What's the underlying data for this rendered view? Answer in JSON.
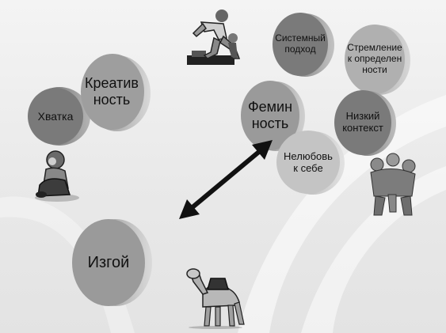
{
  "nodes": {
    "khvatka": {
      "label": "Хватка",
      "color": "#7a7a7a"
    },
    "kreativnost": {
      "label": "Креатив\nность",
      "color": "#9e9e9e"
    },
    "sistemny": {
      "label": "Системный\nподход",
      "color": "#7a7a7a"
    },
    "stremlenie": {
      "label": "Стремление\nк определен\nности",
      "color": "#b0b0b0"
    },
    "feminnost": {
      "label": "Фемин\nность",
      "color": "#9a9a9a"
    },
    "nizkiy": {
      "label": "Низкий\nконтекст",
      "color": "#7a7a7a"
    },
    "nelyubov": {
      "label": "Нелюбовь\nк себе",
      "color": "#c4c4c4"
    },
    "izgoy": {
      "label": "Изгой",
      "color": "#9a9a9a"
    }
  },
  "arrow": {
    "color": "#111111",
    "meaning": "bidirectional"
  },
  "clipart": {
    "runner": "sprinter-clipart",
    "child": "sitting-child-clipart",
    "group": "huddled-figures-clipart",
    "camel": "camel-clipart"
  }
}
